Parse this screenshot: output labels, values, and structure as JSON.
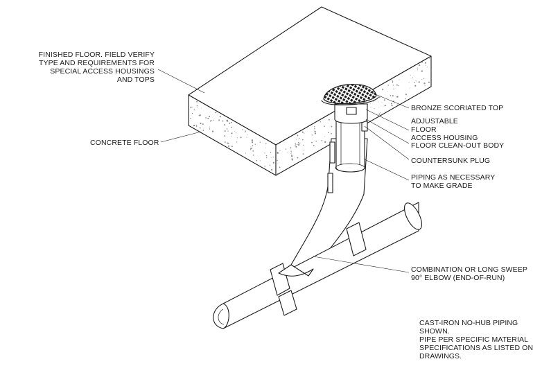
{
  "labels": {
    "finished_floor": "FINISHED FLOOR. FIELD VERIFY\nTYPE AND REQUIREMENTS FOR\nSPECIAL ACCESS HOUSINGS\nAND TOPS",
    "concrete_floor": "CONCRETE FLOOR",
    "bronze_top": "BRONZE SCORIATED TOP",
    "adjustable_housing": "ADJUSTABLE\nFLOOR\nACCESS HOUSING",
    "cleanout_body": "FLOOR CLEAN-OUT BODY",
    "countersunk_plug": "COUNTERSUNK PLUG",
    "piping_grade": "PIPING AS NECESSARY\nTO MAKE GRADE",
    "elbow": "COMBINATION OR LONG SWEEP\n90° ELBOW (END-OF-RUN)",
    "note": "CAST-IRON NO-HUB PIPING\nSHOWN.\nPIPE PER SPECIFIC MATERIAL\nSPECIFICATIONS AS LISTED ON\nDRAWINGS."
  }
}
